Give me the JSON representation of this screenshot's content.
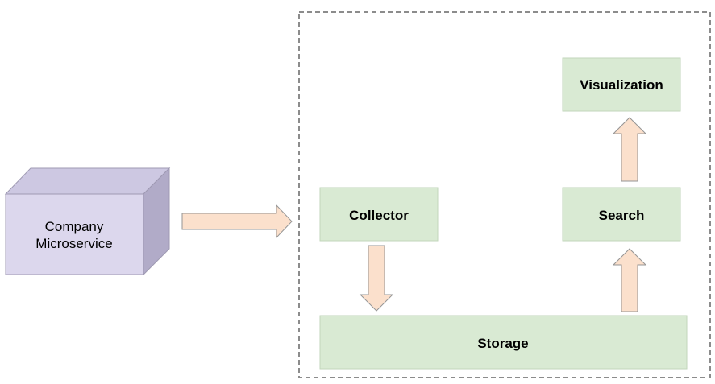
{
  "nodes": {
    "microservice": {
      "line1": "Company",
      "line2": "Microservice"
    },
    "collector": {
      "label": "Collector"
    },
    "storage": {
      "label": "Storage"
    },
    "search": {
      "label": "Search"
    },
    "visualization": {
      "label": "Visualization"
    }
  },
  "colors": {
    "cube_front": "#dcd7ed",
    "cube_top": "#cdc8e2",
    "cube_side": "#b1abc8",
    "cube_stroke": "#9f9ab3",
    "box_fill": "#d9ead3",
    "box_stroke": "#c2d6bb",
    "arrow_fill": "#fbe0cc",
    "arrow_stroke": "#959595",
    "container_stroke": "#8c8c8c"
  }
}
